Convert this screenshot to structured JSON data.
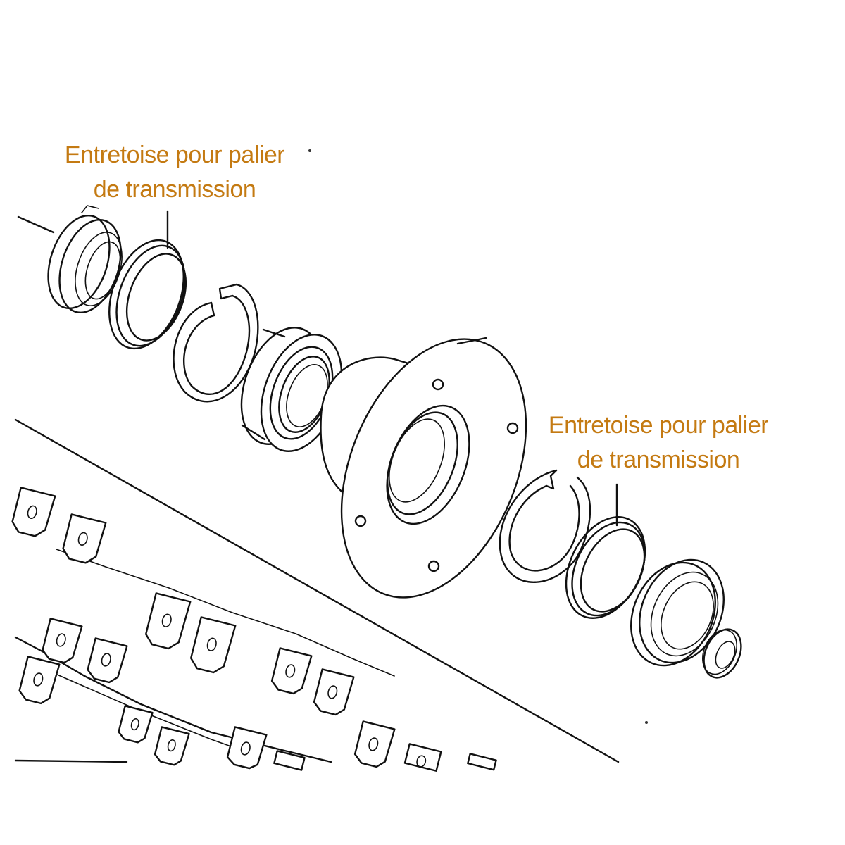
{
  "colors": {
    "label_text": "#c47a12",
    "line_art": "#111111",
    "background": "#ffffff"
  },
  "callouts": [
    {
      "line1": "Entretoise pour palier",
      "line2": "de transmission"
    },
    {
      "line1": "Entretoise pour palier",
      "line2": "de transmission"
    }
  ]
}
